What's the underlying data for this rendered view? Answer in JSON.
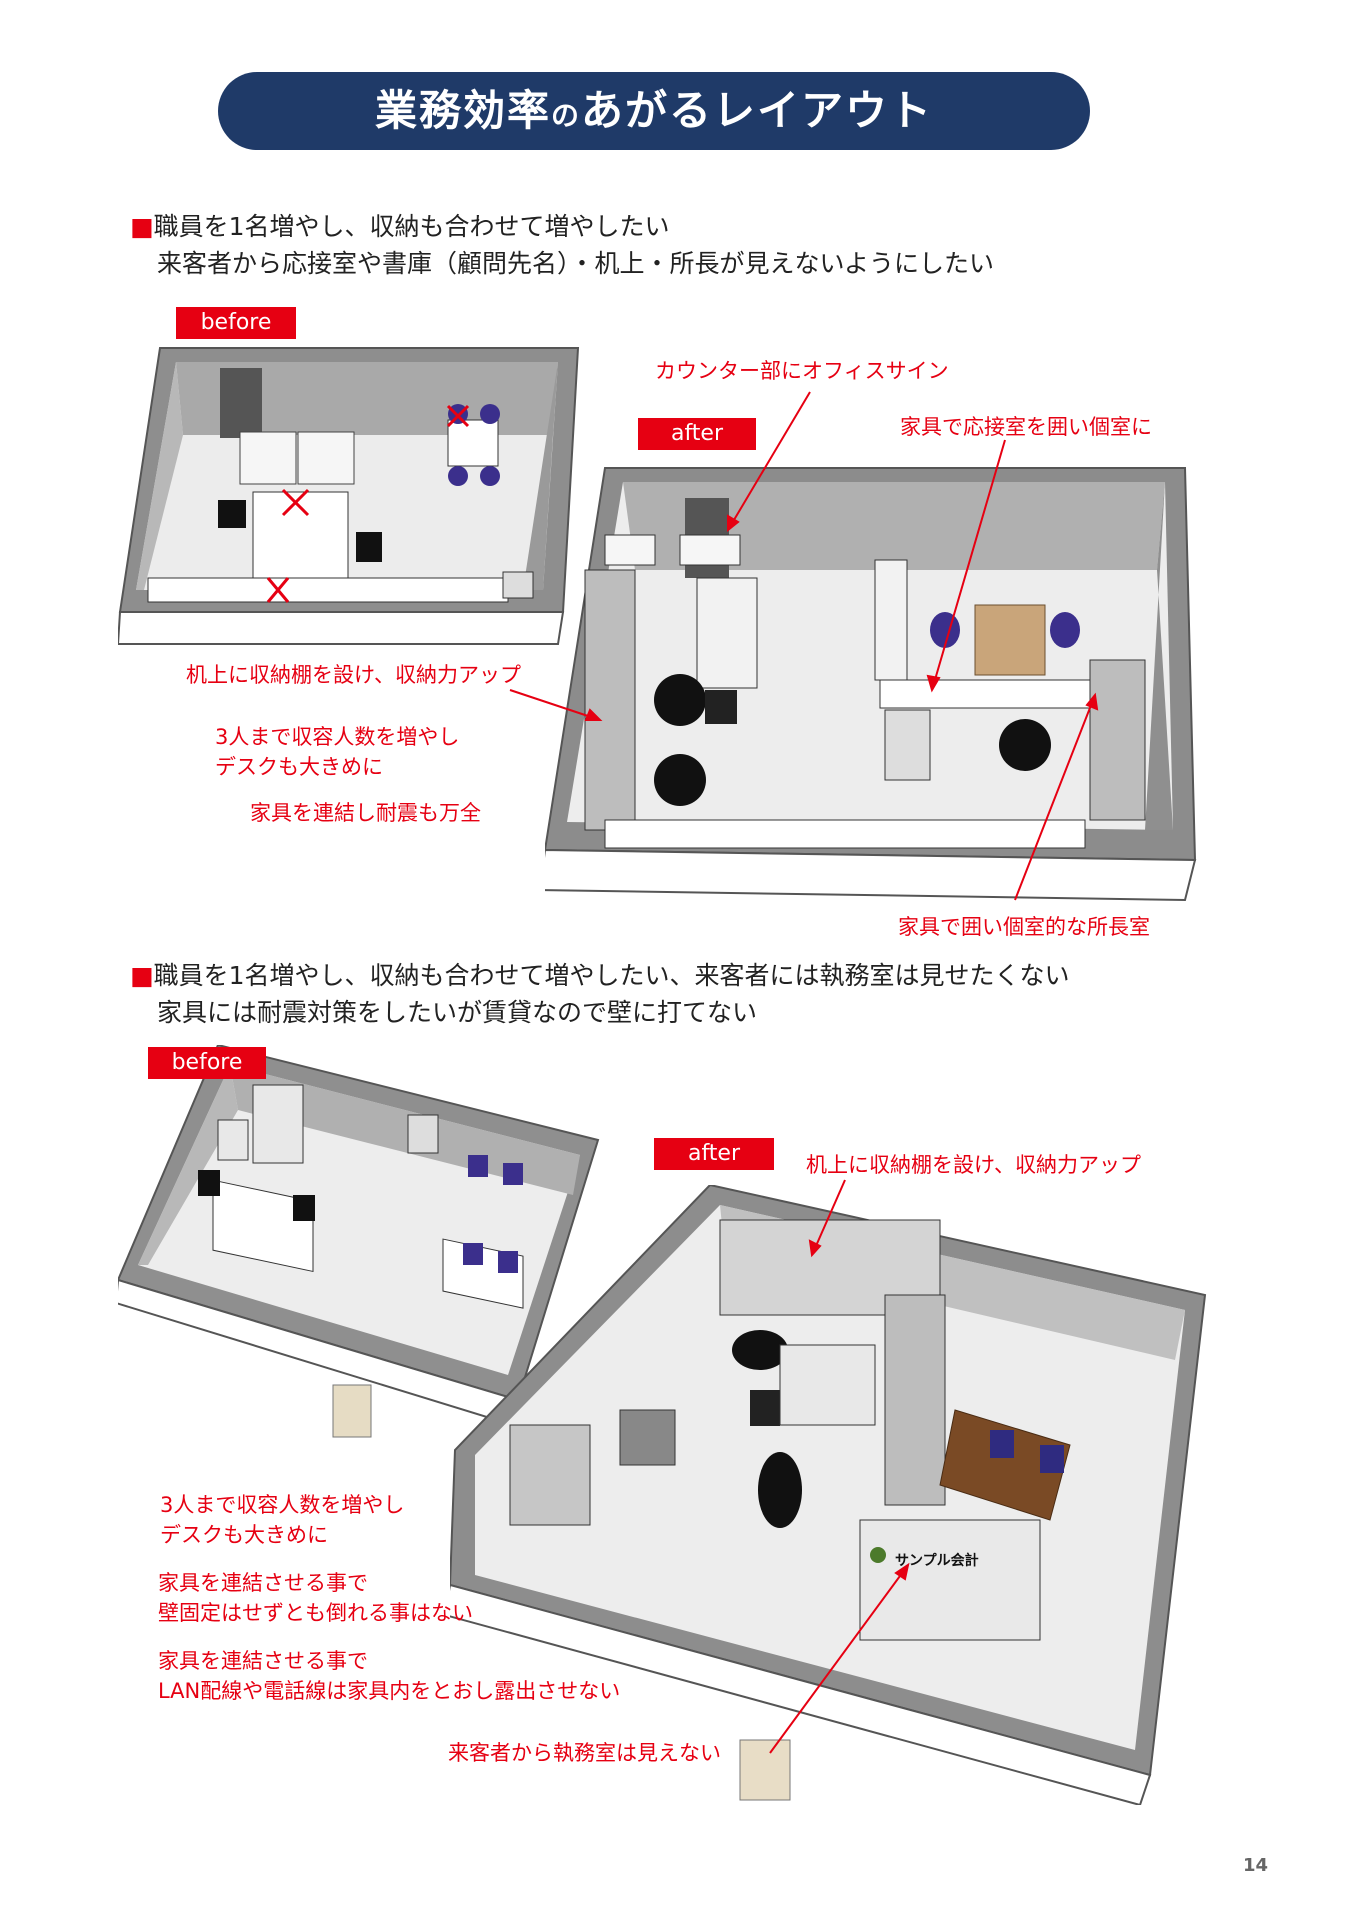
{
  "banner": {
    "part1": "業務効率",
    "no": "の",
    "part2": "あがるレイアウト"
  },
  "section1": {
    "bullet": "■",
    "line1": "職員を1名増やし、収納も合わせて増やしたい",
    "line2": "来客者から応接室や書庫（顧問先名）・机上・所長が見えないようにしたい",
    "before_tag": "before",
    "after_tag": "after",
    "notes": {
      "sign": "カウンター部にオフィスサイン",
      "reception": "家具で応接室を囲い個室に",
      "shelf": "机上に収納棚を設け、収納力アップ",
      "capacity1": "3人まで収容人数を増やし",
      "capacity2": "デスクも大きめに",
      "quake": "家具を連結し耐震も万全",
      "director": "家具で囲い個室的な所長室"
    }
  },
  "section2": {
    "bullet": "■",
    "line1": "職員を1名増やし、収納も合わせて増やしたい、来客者には執務室は見せたくない",
    "line2": "家具には耐震対策をしたいが賃貸なので壁に打てない",
    "before_tag": "before",
    "after_tag": "after",
    "notes": {
      "shelf": "机上に収納棚を設け、収納力アップ",
      "capacity1": "3人まで収容人数を増やし",
      "capacity2": "デスクも大きめに",
      "link1a": "家具を連結させる事で",
      "link1b": "壁固定はせずとも倒れる事はない",
      "link2a": "家具を連結させる事で",
      "link2b": "LAN配線や電話線は家具内をとおし露出させない",
      "hidden": "来客者から執務室は見えない"
    },
    "sign_text": "サンプル会計"
  },
  "page_number": "14",
  "colors": {
    "navy": "#1f3a68",
    "red": "#e60012"
  }
}
